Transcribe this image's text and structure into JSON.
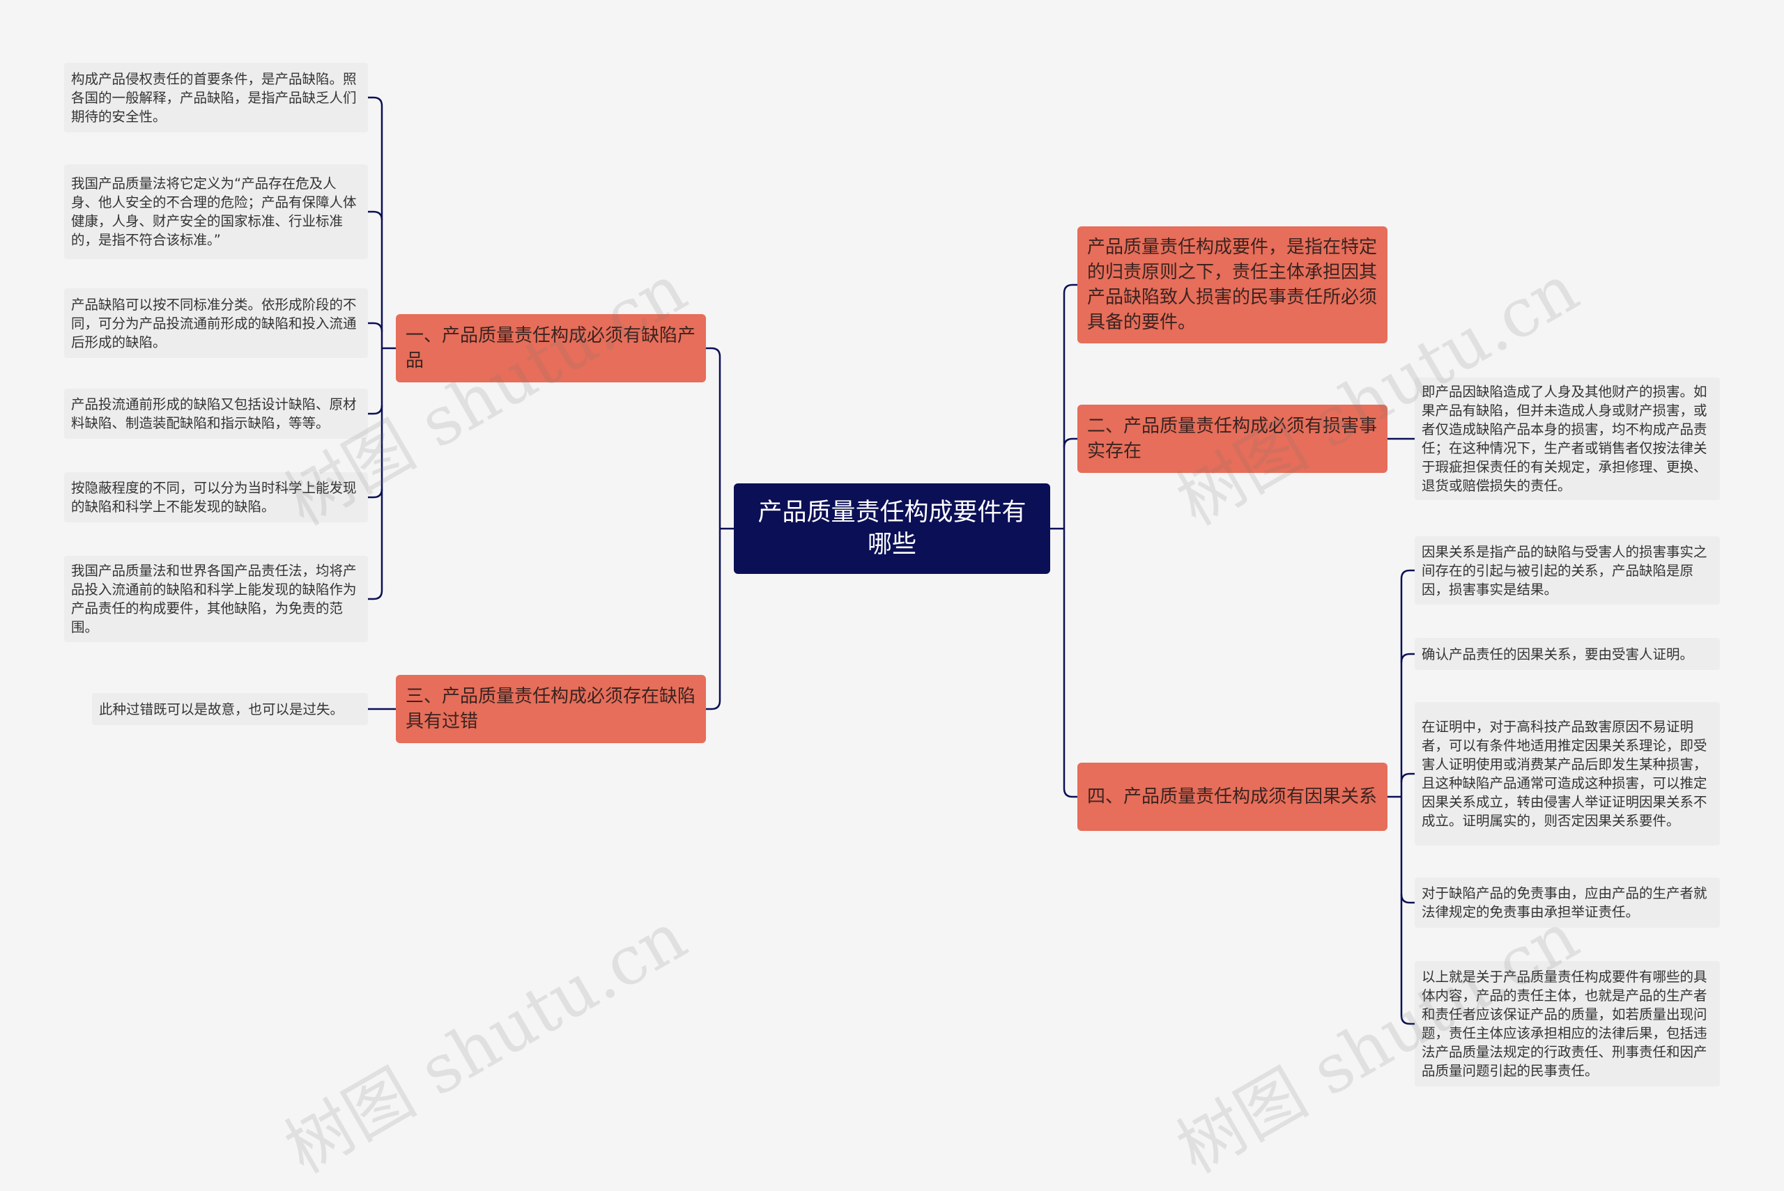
{
  "root": {
    "title": "产品质量责任构成要件有哪些"
  },
  "left": {
    "branch1": {
      "label": "一、产品质量责任构成必须有缺陷产品",
      "leaves": [
        "构成产品侵权责任的首要条件，是产品缺陷。照各国的一般解释，产品缺陷，是指产品缺乏人们期待的安全性。",
        "我国产品质量法将它定义为“产品存在危及人身、他人安全的不合理的危险；产品有保障人体健康，人身、财产安全的国家标准、行业标准的，是指不符合该标准。”",
        "产品缺陷可以按不同标准分类。依形成阶段的不同，可分为产品投流通前形成的缺陷和投入流通后形成的缺陷。",
        "产品投流通前形成的缺陷又包括设计缺陷、原材料缺陷、制造装配缺陷和指示缺陷，等等。",
        "按隐蔽程度的不同，可以分为当时科学上能发现的缺陷和科学上不能发现的缺陷。",
        "我国产品质量法和世界各国产品责任法，均将产品投入流通前的缺陷和科学上能发现的缺陷作为产品责任的构成要件，其他缺陷，为免责的范围。"
      ]
    },
    "branch3": {
      "label": "三、产品质量责任构成必须存在缺陷具有过错",
      "leaves": [
        "此种过错既可以是故意，也可以是过失。"
      ]
    }
  },
  "right": {
    "branch0": {
      "label": "产品质量责任构成要件，是指在特定的归责原则之下，责任主体承担因其产品缺陷致人损害的民事责任所必须具备的要件。"
    },
    "branch2": {
      "label": "二、产品质量责任构成必须有损害事实存在",
      "leaves": [
        "即产品因缺陷造成了人身及其他财产的损害。如果产品有缺陷，但并未造成人身或财产损害，或者仅造成缺陷产品本身的损害，均不构成产品责任；在这种情况下，生产者或销售者仅按法律关于瑕疵担保责任的有关规定，承担修理、更换、退货或赔偿损失的责任。"
      ]
    },
    "branch4": {
      "label": "四、产品质量责任构成须有因果关系",
      "leaves": [
        "因果关系是指产品的缺陷与受害人的损害事实之间存在的引起与被引起的关系，产品缺陷是原因，损害事实是结果。",
        "确认产品责任的因果关系，要由受害人证明。",
        "在证明中，对于高科技产品致害原因不易证明者，可以有条件地适用推定因果关系理论，即受害人证明使用或消费某产品后即发生某种损害，且这种缺陷产品通常可造成这种损害，可以推定因果关系成立，转由侵害人举证证明因果关系不成立。证明属实的，则否定因果关系要件。",
        "对于缺陷产品的免责事由，应由产品的生产者就法律规定的免责事由承担举证责任。",
        "以上就是关于产品质量责任构成要件有哪些的具体内容，产品的责任主体，也就是产品的生产者和责任者应该保证产品的质量，如若质量出现问题，责任主体应该承担相应的法律后果，包括违法产品质量法规定的行政责任、刑事责任和因产品质量问题引起的民事责任。"
      ]
    }
  },
  "watermark": {
    "text": "树图 shutu.cn"
  },
  "colors": {
    "root": "#0b0f56",
    "branch": "#e66e5a",
    "leaf": "#ededed",
    "line": "#0b0f56",
    "background": "#f5f5f5"
  }
}
